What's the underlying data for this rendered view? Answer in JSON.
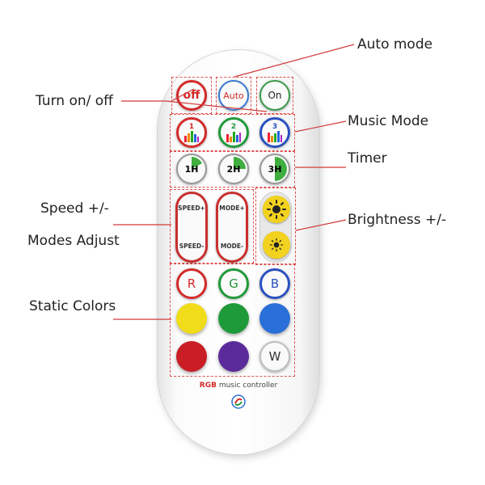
{
  "annotations": {
    "auto_mode": "Auto mode",
    "turn_on_off": "Turn on/ off",
    "music_mode": "Music Mode",
    "timer": "Timer",
    "speed": "Speed +/-",
    "modes_adjust": "Modes Adjust",
    "brightness": "Brightness +/-",
    "static_colors": "Static Colors"
  },
  "remote": {
    "power_buttons": [
      "off",
      "Auto",
      "On"
    ],
    "music_buttons": [
      "1",
      "2",
      "3"
    ],
    "timer_buttons": [
      "1H",
      "2H",
      "3H"
    ],
    "speed_plus": "SPEED+",
    "speed_minus": "SPEED-",
    "mode_plus": "MODE+",
    "mode_minus": "MODE-",
    "color_letters": [
      "R",
      "G",
      "B",
      "W"
    ],
    "brand_rgb": "RGB",
    "brand_text": " music controller"
  },
  "colors": {
    "annotation_line": "#d23a3a",
    "red": "#d42a2a",
    "green": "#1f9a3a",
    "blue": "#2a6fd8",
    "yellow": "#f1dc1a",
    "purple": "#5b2a9a",
    "sun": "#f2d21f"
  },
  "icons": [
    "bar-chart-icon",
    "clock-icon",
    "sun-icon",
    "logo-icon"
  ]
}
